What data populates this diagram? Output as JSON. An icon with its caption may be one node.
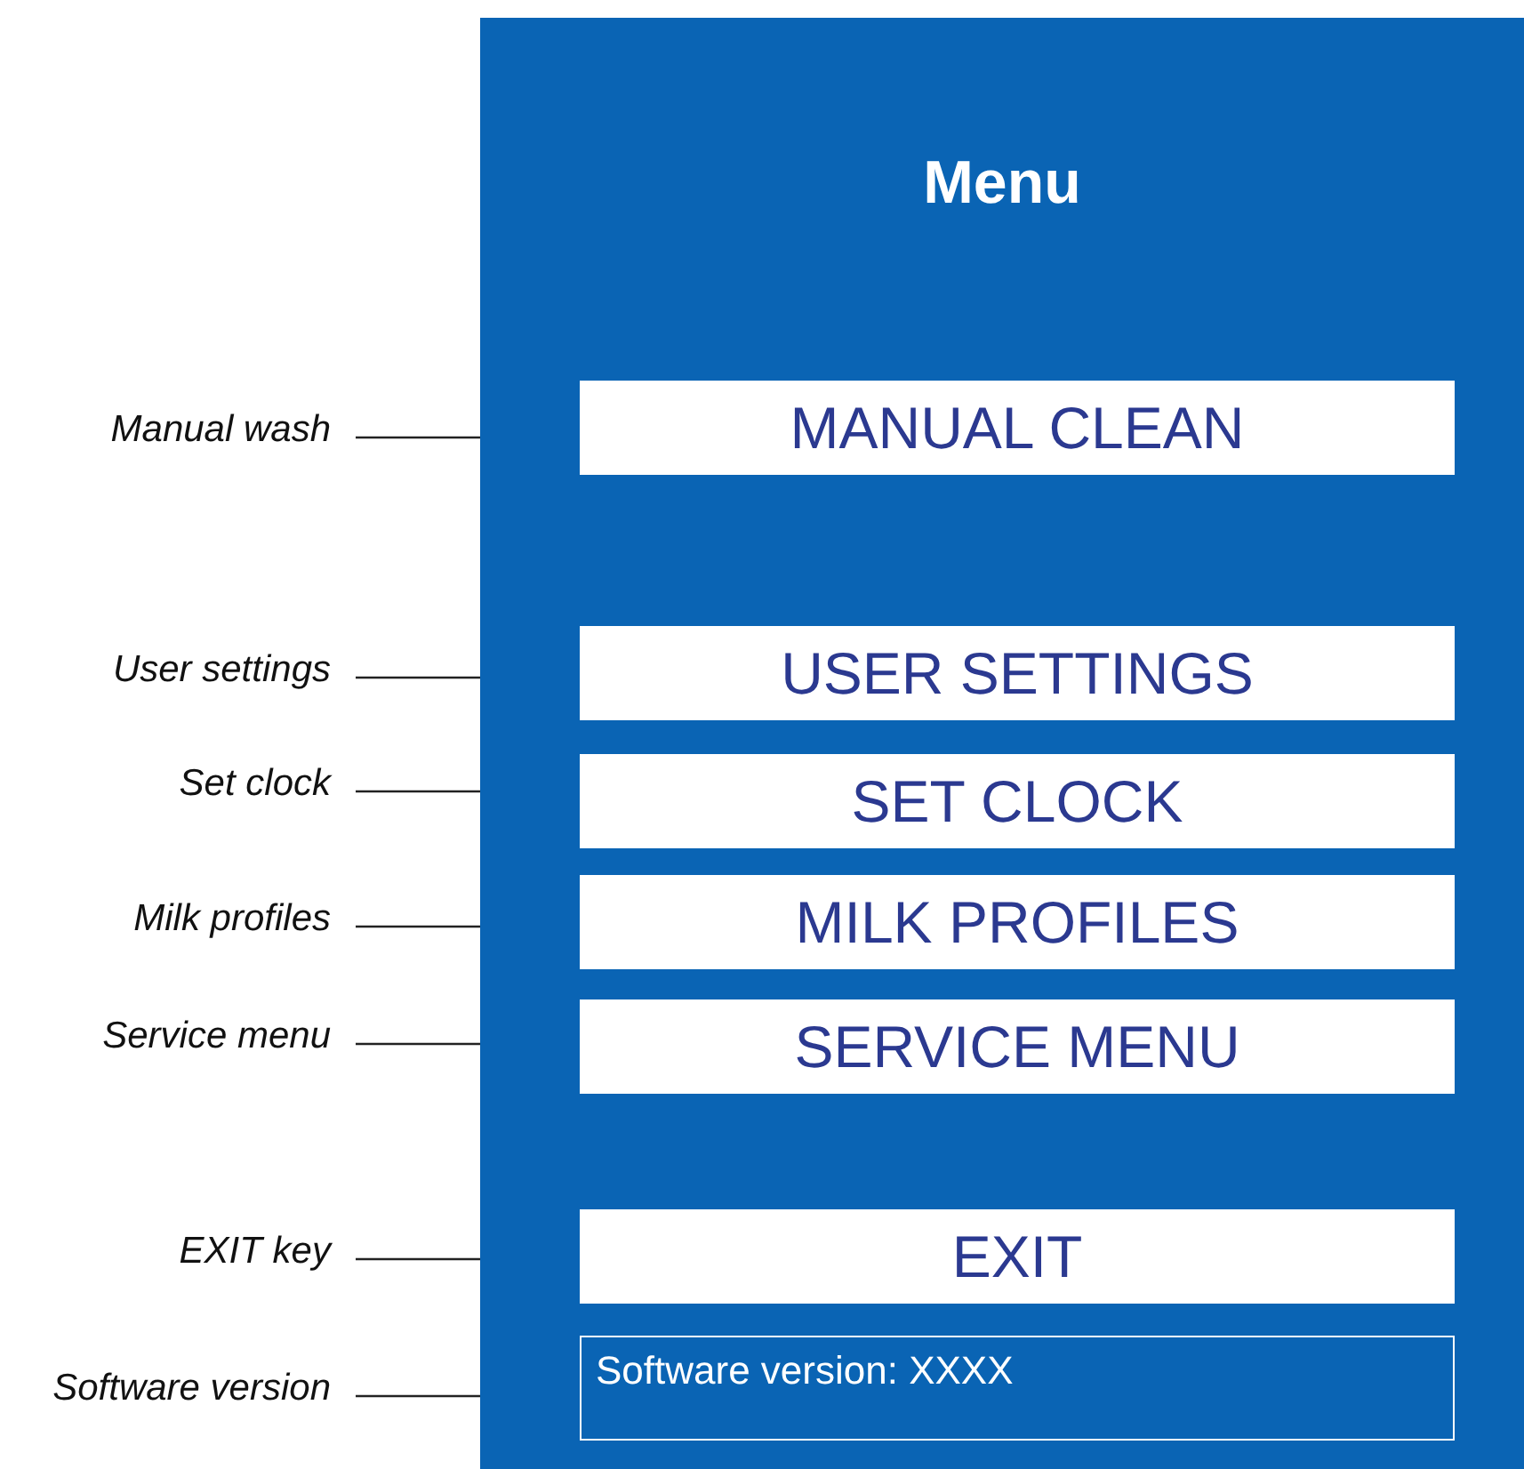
{
  "diagram": {
    "nodes": [
      {
        "text": [
          "Menu"
        ]
      },
      {
        "text": [
          "MANUAL CLEAN"
        ],
        "in": 0
      },
      {
        "text": [
          "USER SETTINGS"
        ],
        "in": 0
      },
      {
        "text": [
          "SET CLOCK"
        ],
        "in": 0
      },
      {
        "text": [
          "MILK PROFILES"
        ],
        "in": 0
      },
      {
        "text": [
          "SERVICE MENU"
        ],
        "in": 0
      },
      {
        "text": [
          "EXIT"
        ],
        "in": 0
      },
      {
        "text": [
          "Software version: XXXX"
        ],
        "in": 0
      },
      {
        "text": [
          "Manual wash"
        ]
      },
      {
        "text": [
          "User settings"
        ]
      },
      {
        "text": [
          "Set clock"
        ]
      },
      {
        "text": [
          "Milk profiles"
        ]
      },
      {
        "text": [
          "Service menu"
        ]
      },
      {
        "text": [
          "EXIT key"
        ]
      },
      {
        "text": [
          "Software version"
        ]
      }
    ],
    "edges": [
      {
        "from": 8,
        "to": 1,
        "arrow": "none"
      },
      {
        "from": 9,
        "to": 2,
        "arrow": "none"
      },
      {
        "from": 10,
        "to": 3,
        "arrow": "none"
      },
      {
        "from": 11,
        "to": 4,
        "arrow": "none"
      },
      {
        "from": 12,
        "to": 5,
        "arrow": "none"
      },
      {
        "from": 13,
        "to": 6,
        "arrow": "none"
      },
      {
        "from": 14,
        "to": 7,
        "arrow": "none"
      }
    ]
  }
}
